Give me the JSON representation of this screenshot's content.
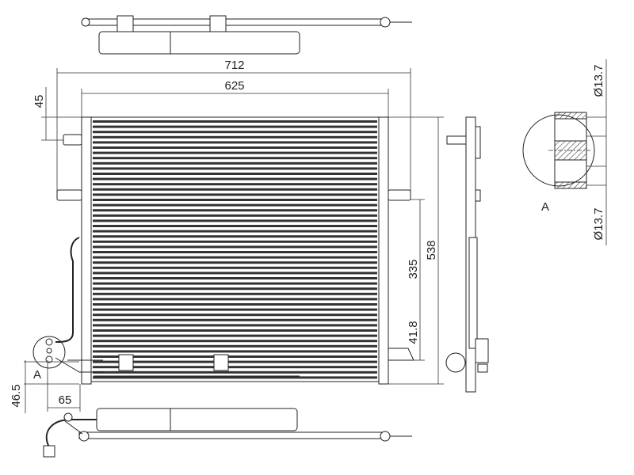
{
  "drawing": {
    "dimensions": {
      "overall_width": "712",
      "core_width": "625",
      "top_offset": "45",
      "overall_height": "538",
      "bracket_spacing": "335",
      "lower_offset": "41.8",
      "port_height": "46.5",
      "port_offset": "65"
    },
    "detail": {
      "label": "A",
      "port_diameter_upper": "Ø13.7",
      "port_diameter_lower": "Ø13.7"
    },
    "view_marker": "A"
  }
}
